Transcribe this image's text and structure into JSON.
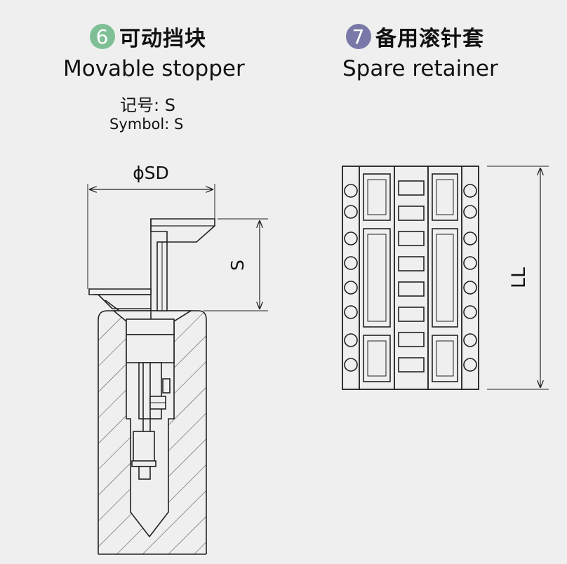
{
  "left_section": {
    "number": "6",
    "number_color": "#7fbf96",
    "title_cn": "可动挡块",
    "title_en": "Movable stopper",
    "symbol_cn": "记号: S",
    "symbol_en": "Symbol: S",
    "dimension_diameter": "ϕSD",
    "dimension_stroke": "S"
  },
  "right_section": {
    "number": "7",
    "number_color": "#7a78a8",
    "title_cn": "备用滚针套",
    "title_en": "Spare retainer",
    "dimension_length": "LL"
  }
}
